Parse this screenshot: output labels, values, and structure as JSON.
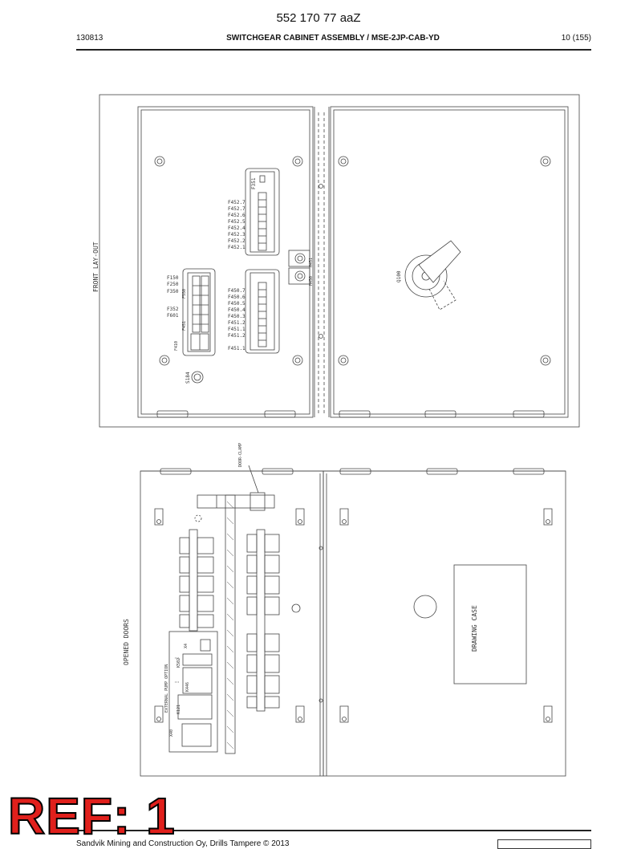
{
  "header": {
    "doc_id": "552 170 77 aaZ",
    "left": "130813",
    "title": "SWITCHGEAR CABINET ASSEMBLY / MSE-2JP-CAB-YD",
    "page": "10 (155)"
  },
  "front_view": {
    "title": "FRONT LAY-OUT",
    "terminal_group_top": {
      "header": "F351",
      "labels": [
        "F452.7",
        "F452.7",
        "F452.6",
        "F452.5",
        "F452.4",
        "F452.3",
        "F452.2",
        "F452.1"
      ]
    },
    "terminal_group_bottom": {
      "labels": [
        "F450.7",
        "F450.6",
        "F450.5",
        "F450.4",
        "F450.3",
        "F451.2",
        "F451.1",
        "F451.2",
        "F451.1"
      ]
    },
    "breaker_group_left": {
      "labels": [
        "F150",
        "F250",
        "F350",
        "F550",
        "F352",
        "F601",
        "F451",
        "F410"
      ]
    },
    "buttons": [
      "H451",
      "H450"
    ],
    "selector_label": "S184",
    "main_switch": "Q100"
  },
  "opened_view": {
    "title": "OPENED DOORS",
    "door_clamp": "DOOR-CLAMP",
    "drawing_case": "DRAWING CASE",
    "module_labels": [
      "EXTERNAL PUMP OPTION",
      "K446",
      "K121",
      "K502",
      "X4",
      "X40"
    ]
  },
  "footer": {
    "ref_stamp": "REF: 1",
    "text": "Sandvik Mining and Construction Oy, Drills Tampere © 2013"
  }
}
